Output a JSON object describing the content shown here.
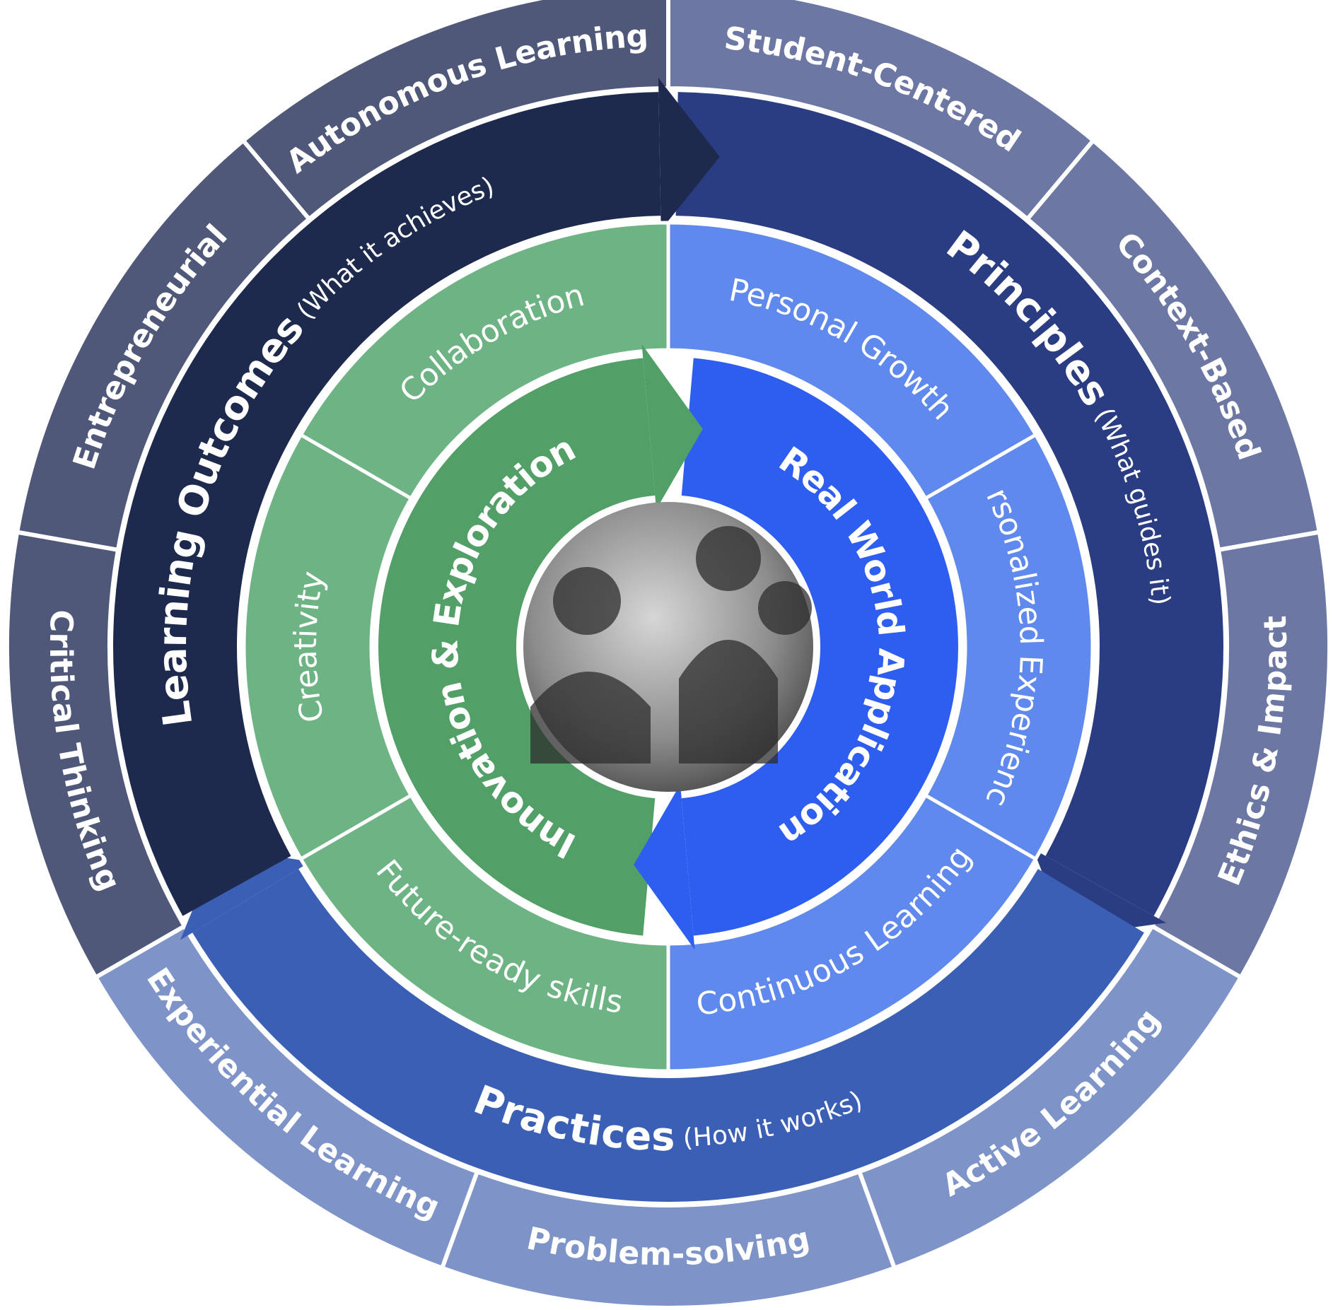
{
  "colors": {
    "outer_principles": "#6c78a3",
    "outer_outcomes": "#4f5878",
    "outer_practices": "#7e93c7",
    "band_principles": "#2b3d82",
    "band_outcomes": "#1d2a4e",
    "band_practices": "#3a5fb4",
    "inner_green": "#6db384",
    "inner_blue": "#6089ee",
    "core_green": "#52a067",
    "core_blue": "#2e5ef0",
    "photo_bg": "#8a8a8a"
  },
  "categories": [
    {
      "id": "principles",
      "title": "Principles",
      "subtitle": "(What guides it)"
    },
    {
      "id": "practices",
      "title": "Practices",
      "subtitle": "(How it works)"
    },
    {
      "id": "outcomes",
      "title": "Learning Outcomes",
      "subtitle": "(What it achieves)"
    }
  ],
  "outer_segments": [
    {
      "label": "Student-Centered",
      "category": "principles"
    },
    {
      "label": "Context-Based",
      "category": "principles"
    },
    {
      "label": "Ethics & Impact",
      "category": "principles"
    },
    {
      "label": "Active Learning",
      "category": "practices"
    },
    {
      "label": "Problem-solving",
      "category": "practices"
    },
    {
      "label": "Experiential Learning",
      "category": "practices"
    },
    {
      "label": "Critical Thinking",
      "category": "outcomes"
    },
    {
      "label": "Entrepreneurial",
      "category": "outcomes"
    },
    {
      "label": "Autonomous Learning",
      "category": "outcomes"
    }
  ],
  "inner_segments": [
    {
      "label": "Personal Growth",
      "group": "blue"
    },
    {
      "label": "Personalized Experiences",
      "group": "blue"
    },
    {
      "label": "Continuous Learning",
      "group": "blue"
    },
    {
      "label": "Future-ready skills",
      "group": "green"
    },
    {
      "label": "Creativity",
      "group": "green"
    },
    {
      "label": "Collaboration",
      "group": "green"
    }
  ],
  "core": {
    "green_label": "Innovation & Exploration",
    "blue_label": "Real World Application",
    "photo_icon": "team-collaboration-photo"
  }
}
